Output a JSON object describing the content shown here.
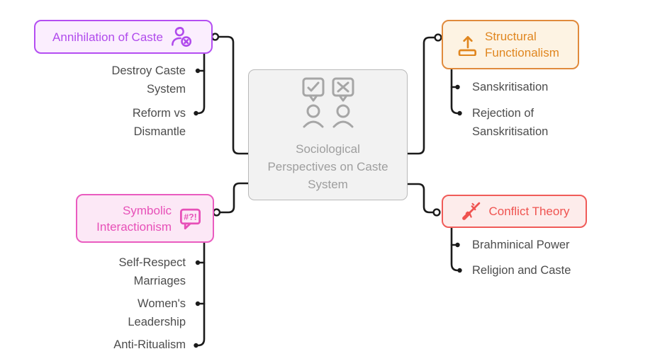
{
  "diagram": {
    "central": {
      "title": "Sociological Perspectives on Caste System",
      "icon": "approve-reject-people-icon",
      "background": "#f2f2f2",
      "border_color": "#b9b9b9",
      "text_color": "#9e9e9e"
    },
    "branches": [
      {
        "label": "Annihilation of Caste",
        "icon": "user-remove-icon",
        "accent": "#b04aec",
        "border_color": "#b44ef2",
        "background": "#fbeefe",
        "children": [
          "Destroy Caste System",
          "Reform vs Dismantle"
        ]
      },
      {
        "label": "Structural Functionalism",
        "icon": "elevation-arrow-icon",
        "accent": "#e0861f",
        "border_color": "#e08a3c",
        "background": "#fdf3e3",
        "children": [
          "Sanskritisation",
          "Rejection of Sanskritisation"
        ]
      },
      {
        "label": "Symbolic Interactionism",
        "icon": "symbols-speech-bubble-icon",
        "icon_text": "#?!",
        "accent": "#e750b8",
        "border_color": "#ea5cc0",
        "background": "#fce8f6",
        "children": [
          "Self-Respect Marriages",
          "Women's Leadership",
          "Anti-Ritualism"
        ]
      },
      {
        "label": "Conflict Theory",
        "icon": "rifle-icon",
        "accent": "#ef5350",
        "border_color": "#f05b58",
        "background": "#fdeceb",
        "children": [
          "Brahminical Power",
          "Religion and Caste"
        ]
      }
    ],
    "connector_color": "#1b1b1b",
    "leaf_text_color": "#4c4c4c"
  }
}
